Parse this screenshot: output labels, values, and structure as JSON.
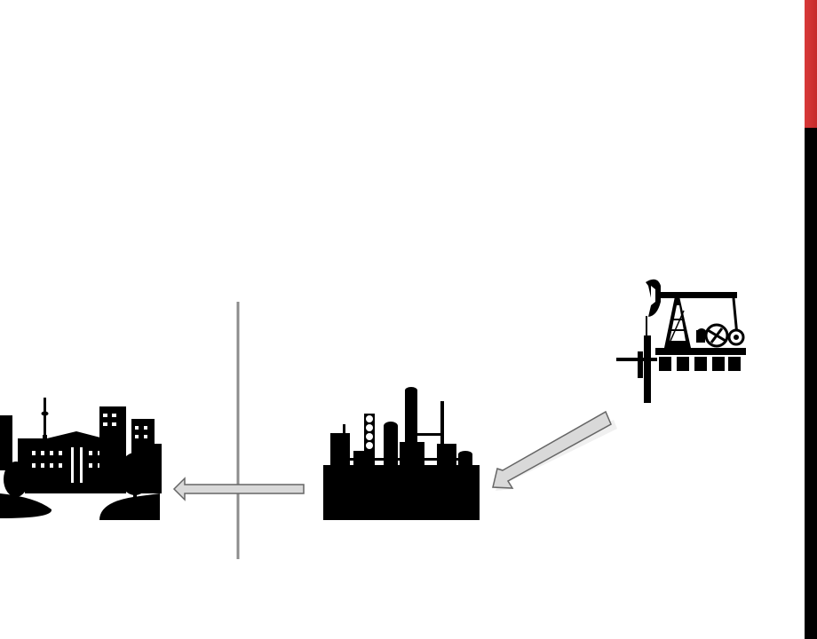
{
  "theme": {
    "accent_red": "#d33434",
    "side_black": "#000000",
    "silhouette": "#000000",
    "arrow_fill": "#d9d9d9",
    "arrow_stroke": "#666666",
    "divider": "#8c8c8c"
  },
  "diagram": {
    "nodes": [
      {
        "id": "oil-well",
        "icon": "oil-pump-jack-icon"
      },
      {
        "id": "refinery",
        "icon": "oil-refinery-icon"
      },
      {
        "id": "city",
        "icon": "city-buildings-icon"
      }
    ],
    "edges": [
      {
        "from": "oil-well",
        "to": "refinery"
      },
      {
        "from": "refinery",
        "to": "city"
      }
    ]
  }
}
